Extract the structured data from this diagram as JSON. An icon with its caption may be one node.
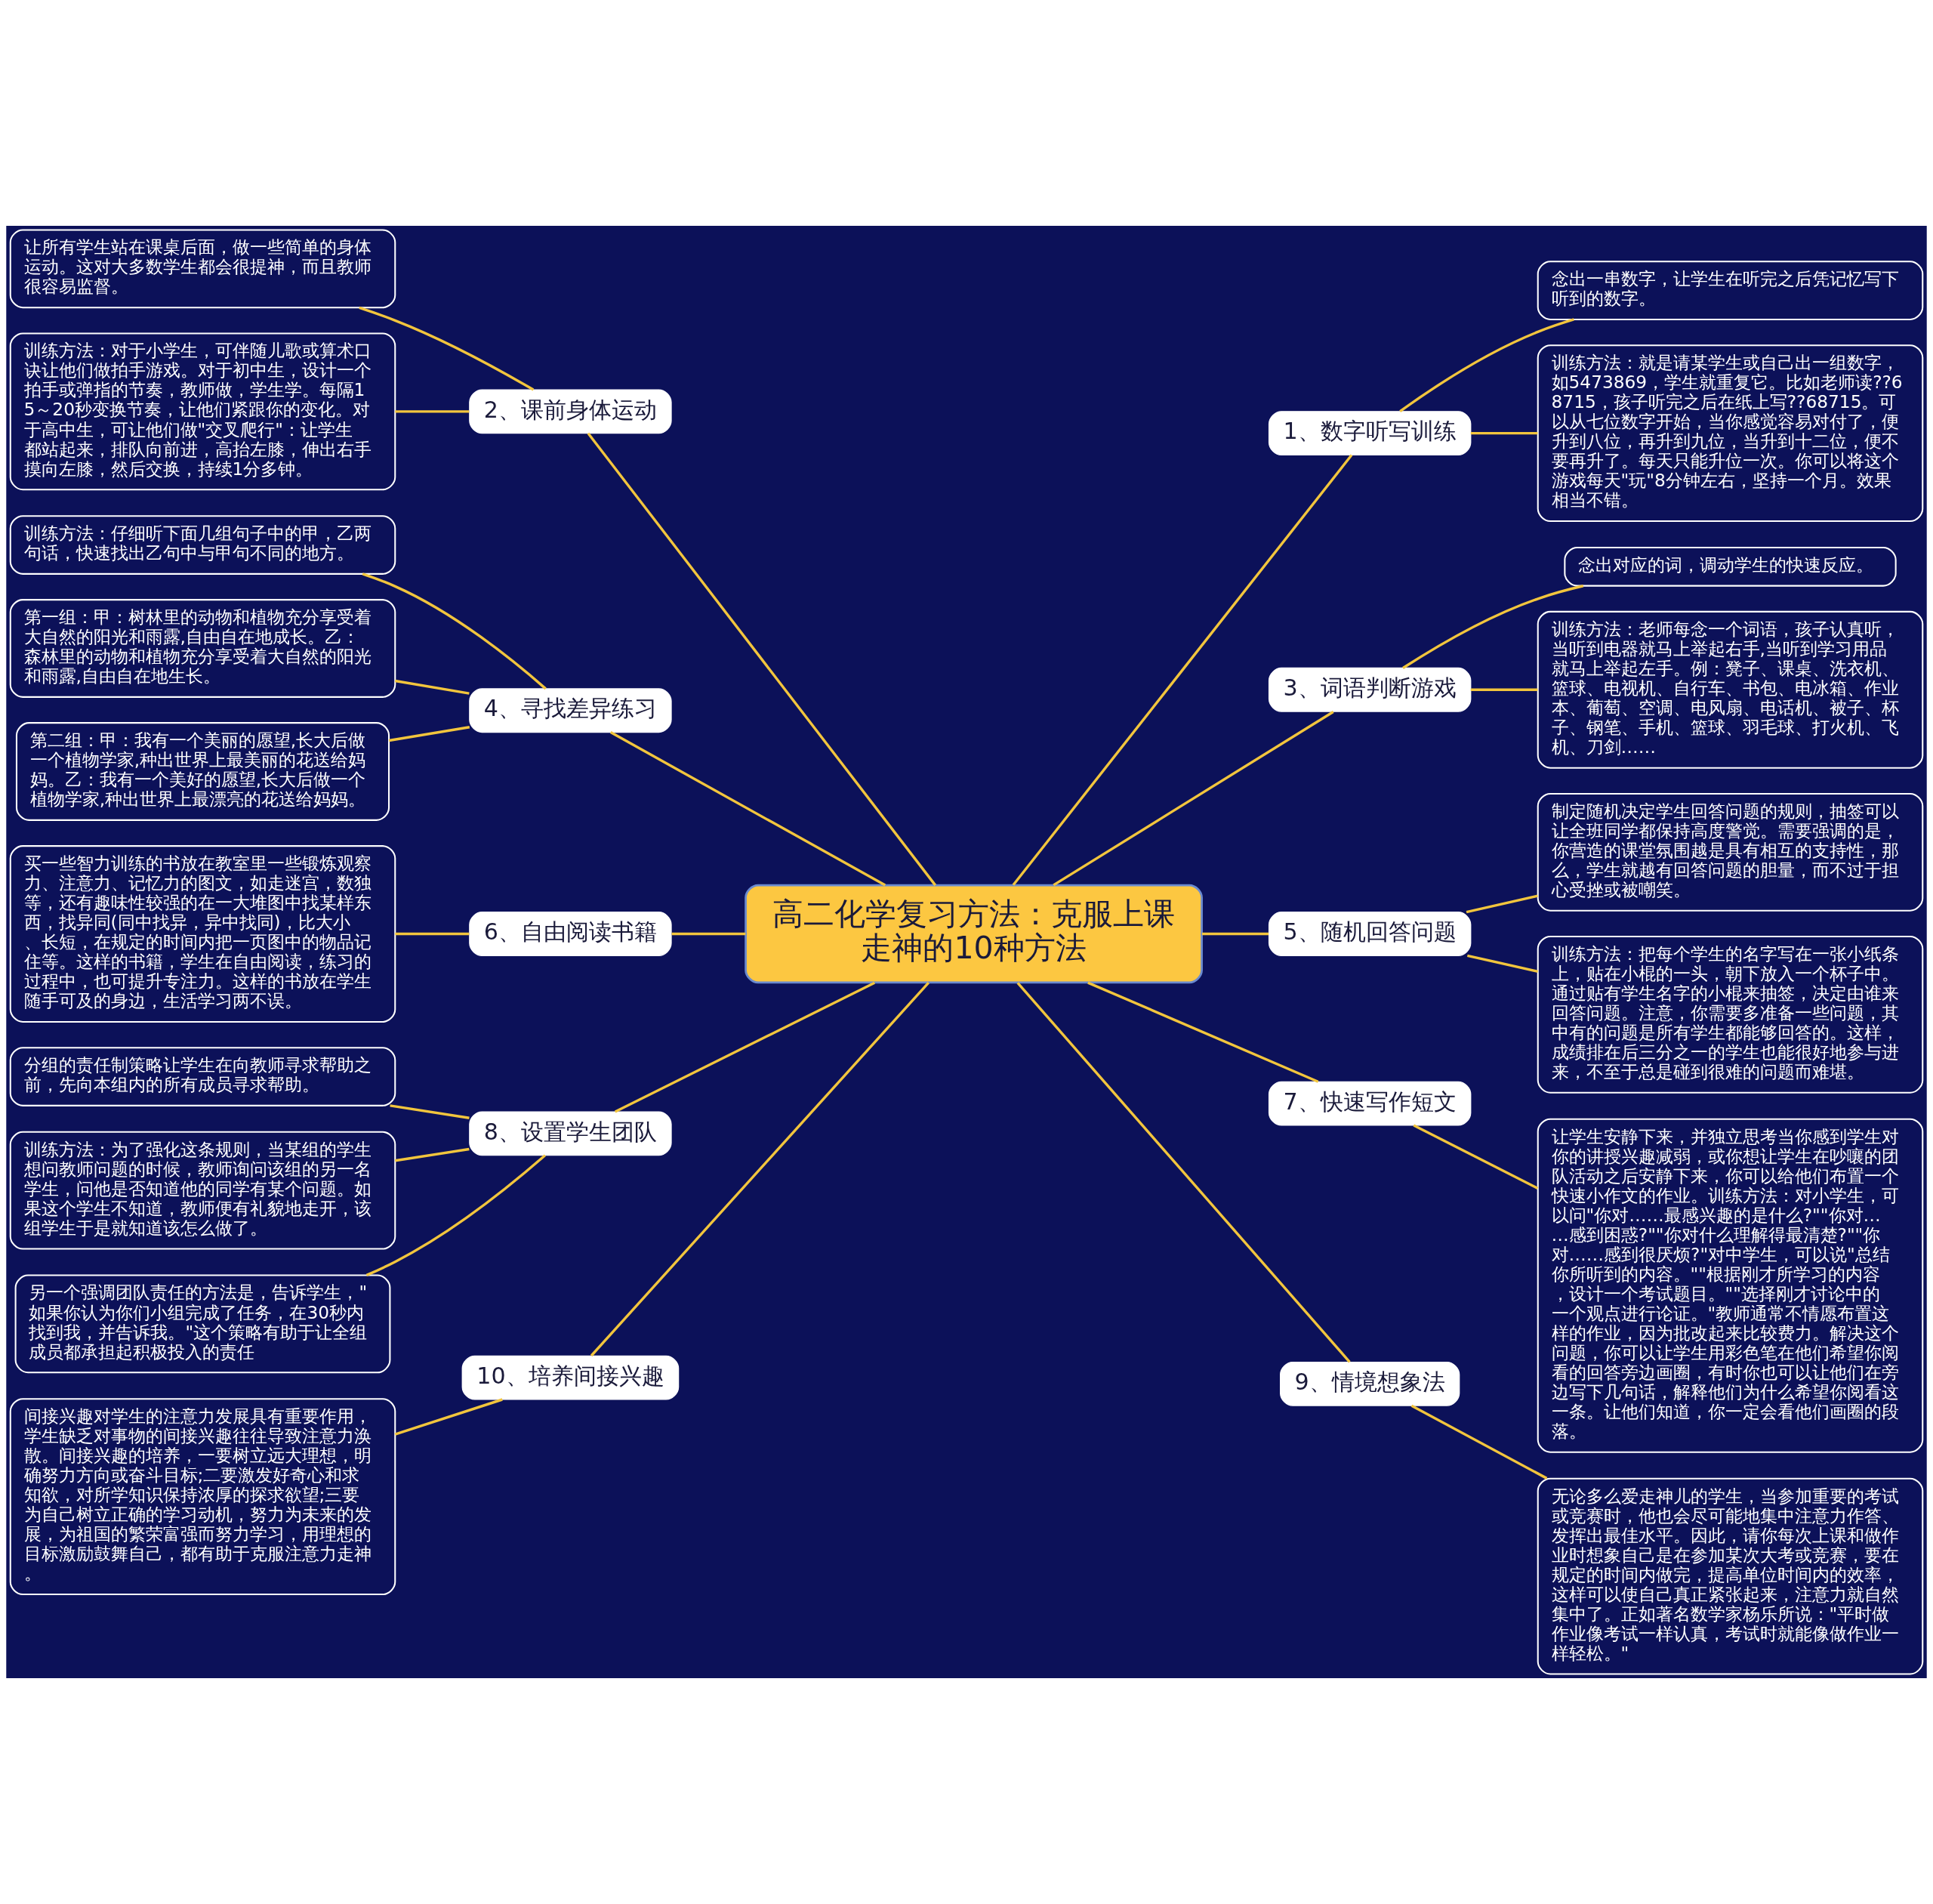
{
  "diagram": {
    "nodes": [
      {
        "text": [
          "高二化学复习方法：克服上课走神的10种方法"
        ]
      },
      {
        "text": [
          "1、数字听写训练"
        ]
      },
      {
        "text": [
          "念出一串数字，让学生在听完之后凭记忆写下听到的数字。"
        ]
      },
      {
        "text": [
          "训练方法：就是请某学生或自己出一组数字，如5473869，学生就重复它。比如老师读??68715，孩子听完之后在纸上写??68715。可以从七位数字开始，当你感觉容易对付了，便升到八位，再升到九位，当升到十二位，便不要再升了。每天只能升位一次。你可以将这个游戏每天\"玩\"8分钟左右，坚持一个月。效果相当不错。"
        ]
      },
      {
        "text": [
          "2、课前身体运动"
        ]
      },
      {
        "text": [
          "让所有学生站在课桌后面，做一些简单的身体运动。这对大多数学生都会很提神，而且教师很容易监督。"
        ]
      },
      {
        "text": [
          "训练方法：对于小学生，可伴随儿歌或算术口诀让他们做拍手游戏。对于初中生，设计一个拍手或弹指的节奏，教师做，学生学。每隔15～20秒变换节奏，让他们紧跟你的变化。对于高中生，可让他们做\"交叉爬行\"：让学生都站起来，排队向前进，高抬左膝，伸出右手摸向左膝，然后交换，持续1分多钟。"
        ]
      },
      {
        "text": [
          "3、词语判断游戏"
        ]
      },
      {
        "text": [
          "念出对应的词，调动学生的快速反应。"
        ]
      },
      {
        "text": [
          "训练方法：老师每念一个词语，孩子认真听，当听到电器就马上举起右手,当听到学习用品就马上举起左手。例：凳子、课桌、洗衣机、篮球、电视机、自行车、书包、电冰箱、作业本、葡萄、空调、电风扇、电话机、被子、杯子、钢笔、手机、篮球、羽毛球、打火机、飞机、刀剑……"
        ]
      },
      {
        "text": [
          "4、寻找差异练习"
        ]
      },
      {
        "text": [
          "训练方法：仔细听下面几组句子中的甲，乙两句话，快速找出乙句中与甲句不同的地方。"
        ]
      },
      {
        "text": [
          "第一组：甲：树林里的动物和植物充分享受着大自然的阳光和雨露,自由自在地成长。乙：森林里的动物和植物充分享受着大自然的阳光和雨露,自由自在地生长。"
        ]
      },
      {
        "text": [
          "第二组：甲：我有一个美丽的愿望,长大后做一个植物学家,种出世界上最美丽的花送给妈妈。乙：我有一个美好的愿望,长大后做一个植物学家,种出世界上最漂亮的花送给妈妈。"
        ]
      },
      {
        "text": [
          "5、随机回答问题"
        ]
      },
      {
        "text": [
          "制定随机决定学生回答问题的规则，抽签可以让全班同学都保持高度警觉。需要强调的是，你营造的课堂氛围越是具有相互的支持性，那么，学生就越有回答问题的胆量，而不过于担心受挫或被嘲笑。"
        ]
      },
      {
        "text": [
          "训练方法：把每个学生的名字写在一张小纸条上，贴在小棍的一头，朝下放入一个杯子中。通过贴有学生名字的小棍来抽签，决定由谁来回答问题。注意，你需要多准备一些问题，其中有的问题是所有学生都能够回答的。这样，成绩排在后三分之一的学生也能很好地参与进来，不至于总是碰到很难的问题而难堪。"
        ]
      },
      {
        "text": [
          "6、自由阅读书籍"
        ]
      },
      {
        "text": [
          "买一些智力训练的书放在教室里一些锻炼观察力、注意力、记忆力的图文，如走迷宫，数独等，还有趣味性较强的在一大堆图中找某样东西，找异同(同中找异，异中找同)，比大小、长短，在规定的时间内把一页图中的物品记住等。这样的书籍，学生在自由阅读，练习的过程中，也可提升专注力。这样的书放在学生随手可及的身边，生活学习两不误。"
        ]
      },
      {
        "text": [
          "7、快速写作短文"
        ]
      },
      {
        "text": [
          "让学生安静下来，并独立思考当你感到学生对你的讲授兴趣减弱，或你想让学生在吵嚷的团队活动之后安静下来，你可以给他们布置一个快速小作文的作业。训练方法：对小学生，可以问\"你对……最感兴趣的是什么?\"\"你对……感到困惑?\"\"你对什么理解得最清楚?\"\"你对……感到很厌烦?\"对中学生，可以说\"总结你所听到的内容。\"\"根据刚才所学习的内容，设计一个考试题目。\"\"选择刚才讨论中的一个观点进行论证。\"教师通常不情愿布置这样的作业，因为批改起来比较费力。解决这个问题，你可以让学生用彩色笔在他们希望你阅看的回答旁边画圈，有时你也可以让他们在旁边写下几句话，解释他们为什么希望你阅看这一条。让他们知道，你一定会看他们画圈的段落。"
        ]
      },
      {
        "text": [
          "8、设置学生团队"
        ]
      },
      {
        "text": [
          "分组的责任制策略让学生在向教师寻求帮助之前，先向本组内的所有成员寻求帮助。"
        ]
      },
      {
        "text": [
          "训练方法：为了强化这条规则，当某组的学生想问教师问题的时候，教师询问该组的另一名学生，问他是否知道他的同学有某个问题。如果这个学生不知道，教师便有礼貌地走开，该组学生于是就知道该怎么做了。"
        ]
      },
      {
        "text": [
          "另一个强调团队责任的方法是，告诉学生，\"如果你认为你们小组完成了任务，在30秒内找到我，并告诉我。\"这个策略有助于让全组成员都承担起积极投入的责任"
        ]
      },
      {
        "text": [
          "9、情境想象法"
        ]
      },
      {
        "text": [
          "无论多么爱走神儿的学生，当参加重要的考试或竞赛时，他也会尽可能地集中注意力作答、发挥出最佳水平。因此，请你每次上课和做作业时想象自己是在参加某次大考或竞赛，要在规定的时间内做完，提高单位时间内的效率，这样可以使自己真正紧张起来，注意力就自然集中了。正如著名数学家杨乐所说：\"平时做作业像考试一样认真，考试时就能像做作业一样轻松。\""
        ]
      },
      {
        "text": [
          "10、培养间接兴趣"
        ]
      },
      {
        "text": [
          "间接兴趣对学生的注意力发展具有重要作用，学生缺乏对事物的间接兴趣往往导致注意力涣散。间接兴趣的培养，一要树立远大理想，明确努力方向或奋斗目标;二要激发好奇心和求知欲，对所学知识保持浓厚的探求欲望;三要为自己树立正确的学习动机，努力为未来的发展，为祖国的繁荣富强而努力学习，用理想的目标激励鼓舞自己，都有助于克服注意力走神。"
        ]
      }
    ],
    "edges": [
      {
        "from": 0,
        "to": 1,
        "arrow": "none"
      },
      {
        "from": 1,
        "to": 2,
        "arrow": "none"
      },
      {
        "from": 1,
        "to": 3,
        "arrow": "none"
      },
      {
        "from": 0,
        "to": 4,
        "arrow": "none"
      },
      {
        "from": 4,
        "to": 5,
        "arrow": "none"
      },
      {
        "from": 4,
        "to": 6,
        "arrow": "none"
      },
      {
        "from": 0,
        "to": 7,
        "arrow": "none"
      },
      {
        "from": 7,
        "to": 8,
        "arrow": "none"
      },
      {
        "from": 7,
        "to": 9,
        "arrow": "none"
      },
      {
        "from": 0,
        "to": 10,
        "arrow": "none"
      },
      {
        "from": 10,
        "to": 11,
        "arrow": "none"
      },
      {
        "from": 10,
        "to": 12,
        "arrow": "none"
      },
      {
        "from": 10,
        "to": 13,
        "arrow": "none"
      },
      {
        "from": 0,
        "to": 14,
        "arrow": "none"
      },
      {
        "from": 14,
        "to": 15,
        "arrow": "none"
      },
      {
        "from": 14,
        "to": 16,
        "arrow": "none"
      },
      {
        "from": 0,
        "to": 17,
        "arrow": "none"
      },
      {
        "from": 17,
        "to": 18,
        "arrow": "none"
      },
      {
        "from": 0,
        "to": 19,
        "arrow": "none"
      },
      {
        "from": 19,
        "to": 20,
        "arrow": "none"
      },
      {
        "from": 0,
        "to": 21,
        "arrow": "none"
      },
      {
        "from": 21,
        "to": 22,
        "arrow": "none"
      },
      {
        "from": 21,
        "to": 23,
        "arrow": "none"
      },
      {
        "from": 21,
        "to": 24,
        "arrow": "none"
      },
      {
        "from": 0,
        "to": 25,
        "arrow": "none"
      },
      {
        "from": 25,
        "to": 26,
        "arrow": "none"
      },
      {
        "from": 0,
        "to": 27,
        "arrow": "none"
      },
      {
        "from": 27,
        "to": 28,
        "arrow": "none"
      }
    ]
  }
}
